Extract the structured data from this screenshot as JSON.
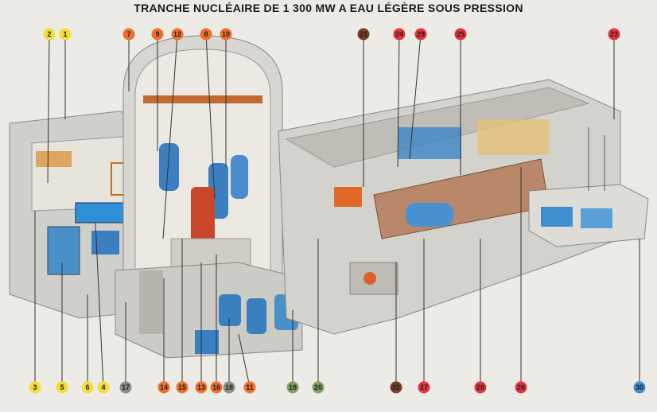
{
  "title": "TRANCHE NUCLÉAIRE DE 1 300 MW A EAU LÉGÈRE SOUS PRESSION",
  "colors": {
    "yellow": "#f2de3a",
    "orange": "#ee6f2a",
    "red": "#e8333a",
    "brown": "#7a3c22",
    "gray": "#8a8d88",
    "green": "#7f9e5a",
    "blue": "#3d8fd0"
  },
  "markers_top": [
    {
      "label": "2",
      "color": "yellow"
    },
    {
      "label": "1",
      "color": "yellow"
    },
    {
      "label": "7",
      "color": "orange"
    },
    {
      "label": "9",
      "color": "orange"
    },
    {
      "label": "12",
      "color": "orange"
    },
    {
      "label": "8",
      "color": "orange"
    },
    {
      "label": "10",
      "color": "orange"
    },
    {
      "label": "21",
      "color": "brown"
    },
    {
      "label": "24",
      "color": "red"
    },
    {
      "label": "29",
      "color": "red"
    },
    {
      "label": "25",
      "color": "red"
    },
    {
      "label": "23",
      "color": "red"
    }
  ],
  "markers_bottom": [
    {
      "label": "3",
      "color": "yellow"
    },
    {
      "label": "5",
      "color": "yellow"
    },
    {
      "label": "6",
      "color": "yellow"
    },
    {
      "label": "4",
      "color": "yellow"
    },
    {
      "label": "17",
      "color": "gray"
    },
    {
      "label": "14",
      "color": "orange"
    },
    {
      "label": "15",
      "color": "orange"
    },
    {
      "label": "13",
      "color": "orange"
    },
    {
      "label": "16",
      "color": "orange"
    },
    {
      "label": "18",
      "color": "gray"
    },
    {
      "label": "11",
      "color": "orange"
    },
    {
      "label": "19",
      "color": "green"
    },
    {
      "label": "20",
      "color": "green"
    },
    {
      "label": "22",
      "color": "brown"
    },
    {
      "label": "27",
      "color": "red"
    },
    {
      "label": "28",
      "color": "red"
    },
    {
      "label": "26",
      "color": "red"
    },
    {
      "label": "30",
      "color": "blue"
    }
  ]
}
